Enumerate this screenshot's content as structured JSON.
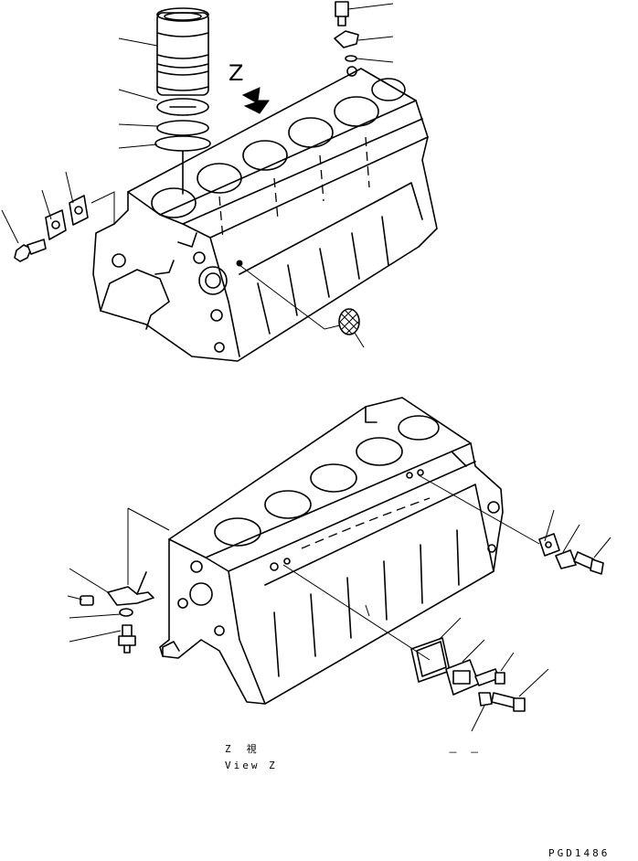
{
  "view_marker": "Z",
  "view_caption_jp": "Z　視",
  "view_caption_en": "View Z",
  "dash_mark": "－ －",
  "drawing_code": "PGD1486",
  "colors": {
    "line": "#000000",
    "background": "#ffffff"
  }
}
